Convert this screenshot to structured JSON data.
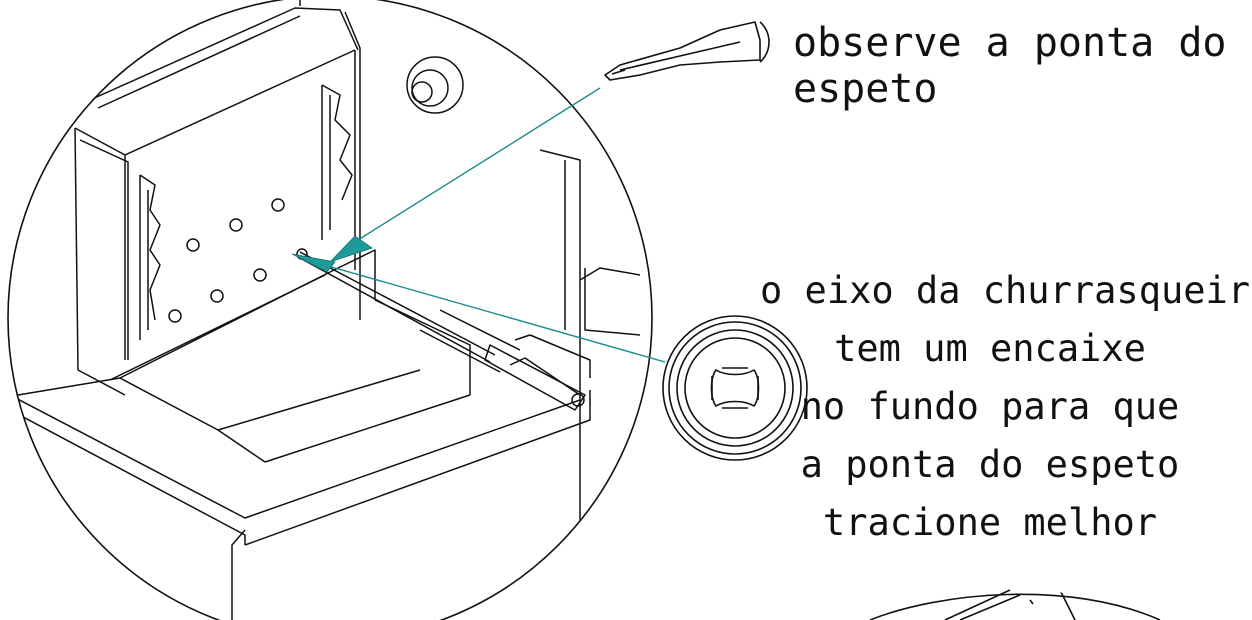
{
  "annotations": {
    "tip_note": "observe a ponta do espeto",
    "axle_note_lines": [
      "o eixo da churrasqueira",
      "tem um encaixe",
      "no fundo para que",
      "a ponta do espeto",
      "tracione melhor"
    ]
  },
  "colors": {
    "line": "#111111",
    "leader": "#1a8a8a",
    "arrow_fill": "#1f9a9a"
  }
}
